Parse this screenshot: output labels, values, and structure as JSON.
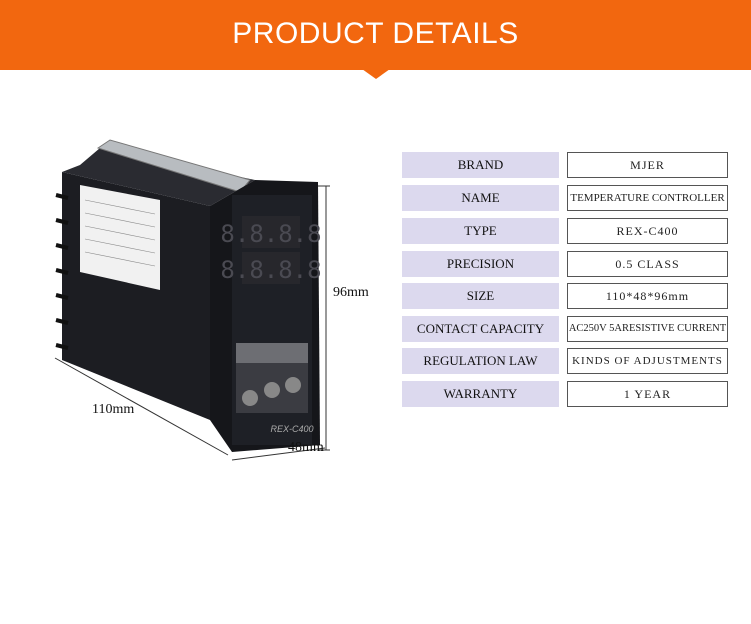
{
  "banner": {
    "title": "PRODUCT DETAILS",
    "color": "#f2670f"
  },
  "product": {
    "dimensions": {
      "depth": "110mm",
      "width": "48mm",
      "height": "96mm"
    },
    "model_label": "REX-C400",
    "display_digits": "8.8.8.8"
  },
  "specs": [
    {
      "label": "BRAND",
      "value": "MJER"
    },
    {
      "label": "NAME",
      "value": "TEMPERATURE CONTROLLER"
    },
    {
      "label": "TYPE",
      "value": "REX-C400"
    },
    {
      "label": "PRECISION",
      "value": "0.5 CLASS"
    },
    {
      "label": "SIZE",
      "value": "110*48*96mm"
    },
    {
      "label": "CONTACT CAPACITY",
      "value": "AC250V 5ARESISTIVE CURRENT"
    },
    {
      "label": "REGULATION LAW",
      "value": "KINDS OF ADJUSTMENTS"
    },
    {
      "label": "WARRANTY",
      "value": "1 YEAR"
    }
  ]
}
